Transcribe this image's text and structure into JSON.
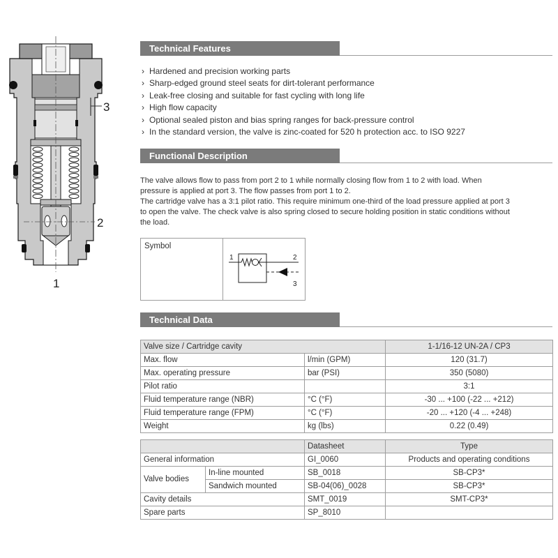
{
  "colors": {
    "section_bar": "#7b7b7b",
    "table_header": "#e3e3e3",
    "rule": "#9d9d9d"
  },
  "figure": {
    "port_3": "3",
    "port_2": "2",
    "port_1": "1"
  },
  "features": {
    "title": "Technical Features",
    "bullet": "›",
    "items": [
      "Hardened and precision working parts",
      "Sharp-edged ground steel seats for dirt-tolerant performance",
      "Leak-free closing and suitable for fast cycling with long life",
      "High flow capacity",
      "Optional sealed piston and bias spring ranges for back-pressure control",
      "In the standard version, the valve is zinc-coated for 520 h protection acc. to ISO 9227"
    ]
  },
  "functional": {
    "title": "Functional Description",
    "paragraphs": [
      [
        "The valve allows flow to pass from port 2 to 1 while normally closing flow from 1 to 2 with load. When",
        "pressure is applied at port 3. The flow passes from port 1 to 2."
      ],
      [
        "The cartridge valve has a 3:1 pilot ratio. This require minimum one-third of the load pressure applied at port 3",
        "to open the valve. The check valve is also spring closed to secure holding position in static conditions without",
        "the load."
      ]
    ]
  },
  "symbol": {
    "label": "Symbol",
    "ports": {
      "p1": "1",
      "p2": "2",
      "p3": "3"
    }
  },
  "technical": {
    "title": "Technical Data"
  },
  "spec_table": {
    "header": {
      "label": "Valve size / Cartridge cavity",
      "value": "1-1/16-12 UN-2A / CP3"
    },
    "rows": [
      {
        "param": "Max. flow",
        "unit": "l/min (GPM)",
        "value": "120 (31.7)"
      },
      {
        "param": "Max. operating pressure",
        "unit": "bar (PSI)",
        "value": "350 (5080)"
      },
      {
        "param": "Pilot ratio",
        "value": "3:1"
      },
      {
        "param": "Fluid temperature range (NBR)",
        "unit": "°C (°F)",
        "value": "-30 ... +100 (-22 ... +212)"
      },
      {
        "param": "Fluid temperature range (FPM)",
        "unit": "°C (°F)",
        "value": "-20 ... +120 (-4 ... +248)"
      },
      {
        "param": "Weight",
        "unit": "kg (lbs)",
        "value": "0.22 (0.49)"
      }
    ]
  },
  "docs_table": {
    "headers": {
      "datasheet": "Datasheet",
      "type": "Type"
    },
    "general": {
      "label": "General information",
      "datasheet": "GI_0060",
      "type": "Products and operating conditions"
    },
    "valve_bodies": {
      "label": "Valve bodies",
      "inline": {
        "label": "In-line mounted",
        "datasheet": "SB_0018",
        "type": "SB-CP3*"
      },
      "sandwich": {
        "label": "Sandwich mounted",
        "datasheet": "SB-04(06)_0028",
        "type": "SB-CP3*"
      }
    },
    "cavity": {
      "label": "Cavity details",
      "datasheet": "SMT_0019",
      "type": "SMT-CP3*"
    },
    "spare": {
      "label": "Spare parts",
      "datasheet": "SP_8010"
    }
  }
}
